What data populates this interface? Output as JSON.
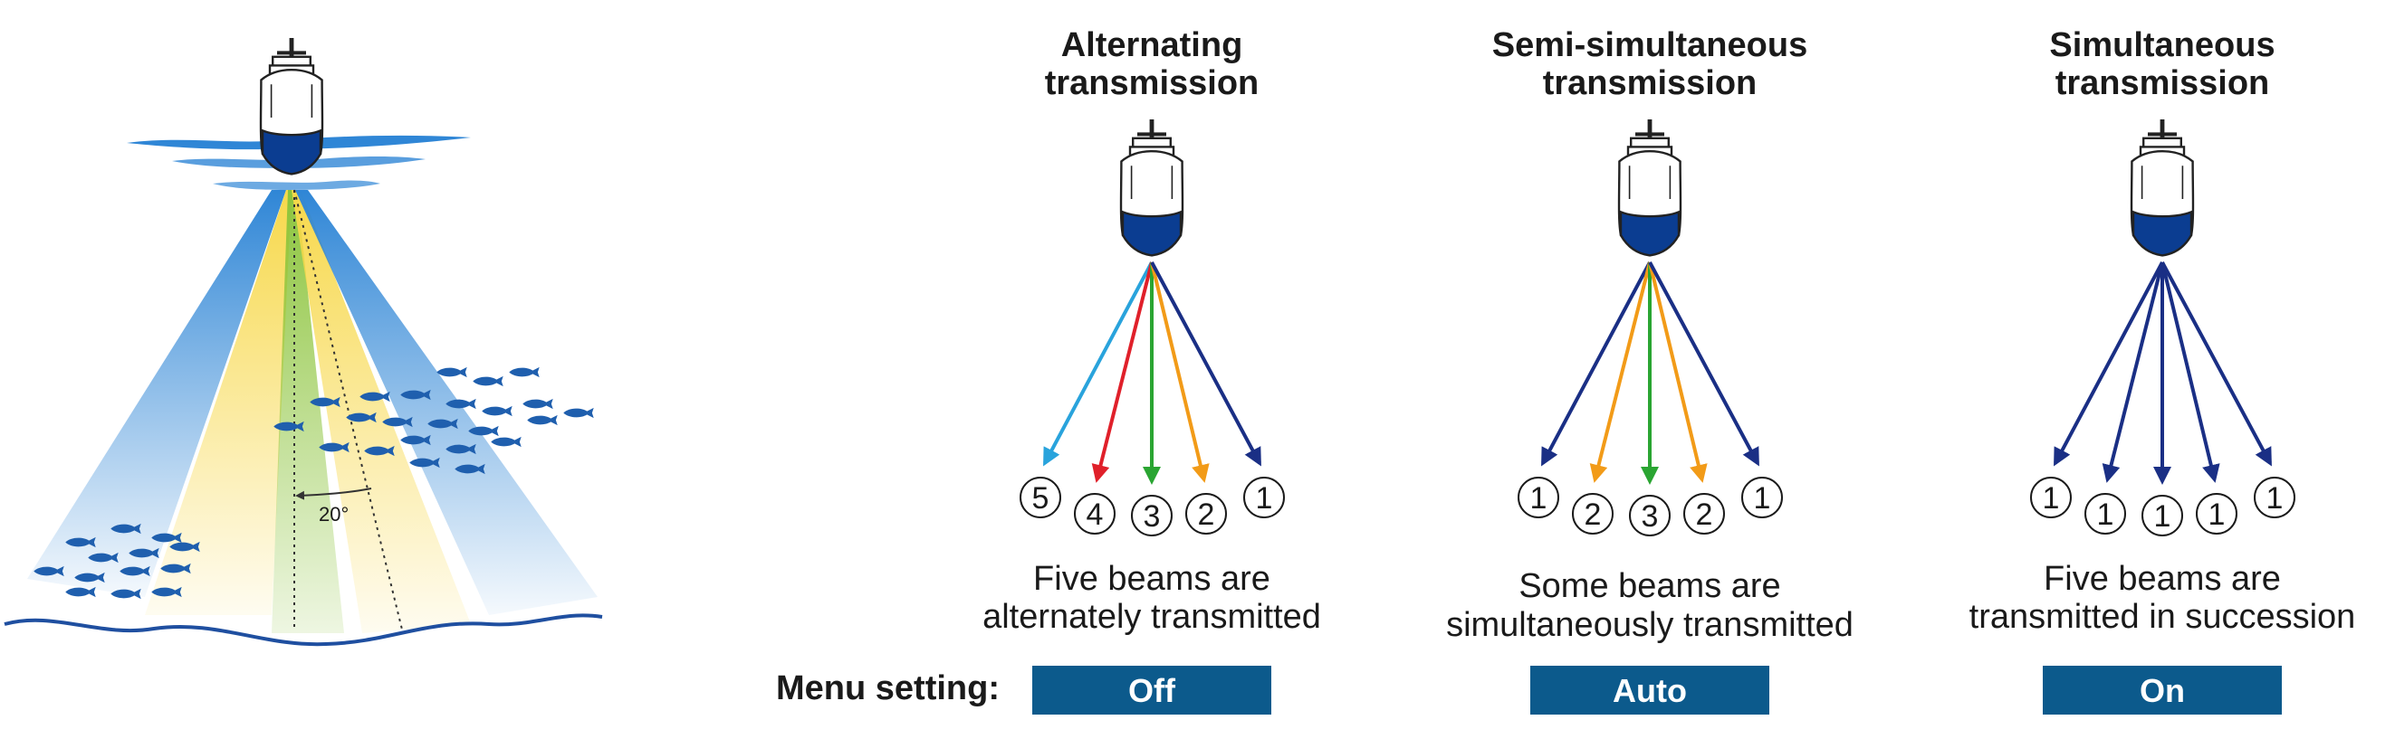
{
  "illustration": {
    "angle_label": "20°",
    "colors": {
      "blue_beam": "#2f86d6",
      "yellow_beam": "#f7d84a",
      "green_beam": "#8cc43c",
      "fish": "#1f5fae",
      "hull": "#0b3d91",
      "water": "#1f4fa0"
    }
  },
  "menu_label": "Menu setting:",
  "modes": [
    {
      "title_line1": "Alternating",
      "title_line2": "transmission",
      "beam_numbers": [
        "5",
        "4",
        "3",
        "2",
        "1"
      ],
      "beam_colors": [
        "#29a3dc",
        "#e0202a",
        "#2aa532",
        "#f29b18",
        "#1a2f85"
      ],
      "desc_line1": "Five beams are",
      "desc_line2": "alternately transmitted",
      "setting": "Off"
    },
    {
      "title_line1": "Semi-simultaneous",
      "title_line2": "transmission",
      "beam_numbers": [
        "1",
        "2",
        "3",
        "2",
        "1"
      ],
      "beam_colors": [
        "#1a2f85",
        "#f29b18",
        "#2aa532",
        "#f29b18",
        "#1a2f85"
      ],
      "desc_line1": "Some beams are",
      "desc_line2": "simultaneously transmitted",
      "setting": "Auto"
    },
    {
      "title_line1": "Simultaneous",
      "title_line2": "transmission",
      "beam_numbers": [
        "1",
        "1",
        "1",
        "1",
        "1"
      ],
      "beam_colors": [
        "#1a2f85",
        "#1a2f85",
        "#1a2f85",
        "#1a2f85",
        "#1a2f85"
      ],
      "desc_line1": "Five beams are",
      "desc_line2": "transmitted in succession",
      "setting": "On"
    }
  ],
  "button_color": "#0c5a8c"
}
